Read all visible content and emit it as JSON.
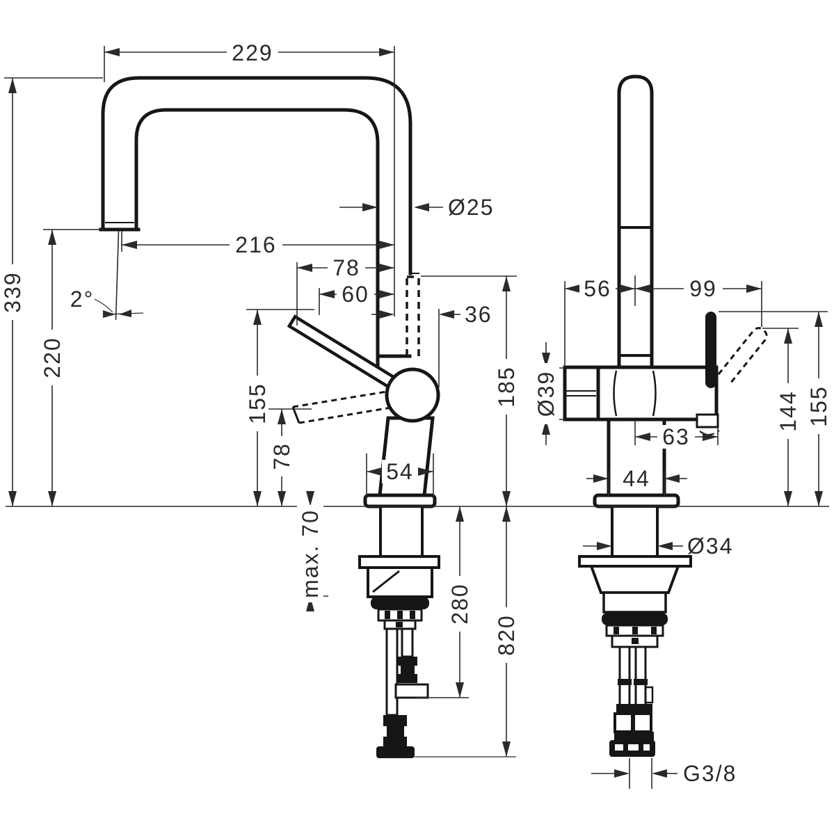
{
  "front_view": {
    "dim_width_overall": "229",
    "dim_spout_diameter": "Ø25",
    "dim_spout_reach": "216",
    "dim_outlet_offset": "78",
    "dim_handle_top_offset": "60",
    "dim_swivel_offset": "36",
    "dim_height_overall": "339",
    "dim_outlet_height": "220",
    "dim_handle_height": "155",
    "dim_handle_low_height": "78",
    "dim_stream_angle": "2°",
    "dim_body_height": "185",
    "dim_base_width": "54",
    "dim_max_counter_thickness": "max. 70",
    "dim_hose_connector_length": "280",
    "dim_hose_length": "820"
  },
  "side_view": {
    "dim_front_depth": "56",
    "dim_back_depth": "99",
    "dim_cartridge_diameter": "Ø39",
    "dim_handle_reach": "63",
    "dim_handle_height_back": "144",
    "dim_handle_height_top": "155",
    "dim_body_width": "44",
    "dim_shank_diameter": "Ø34",
    "dim_connection_thread": "G3/8"
  }
}
